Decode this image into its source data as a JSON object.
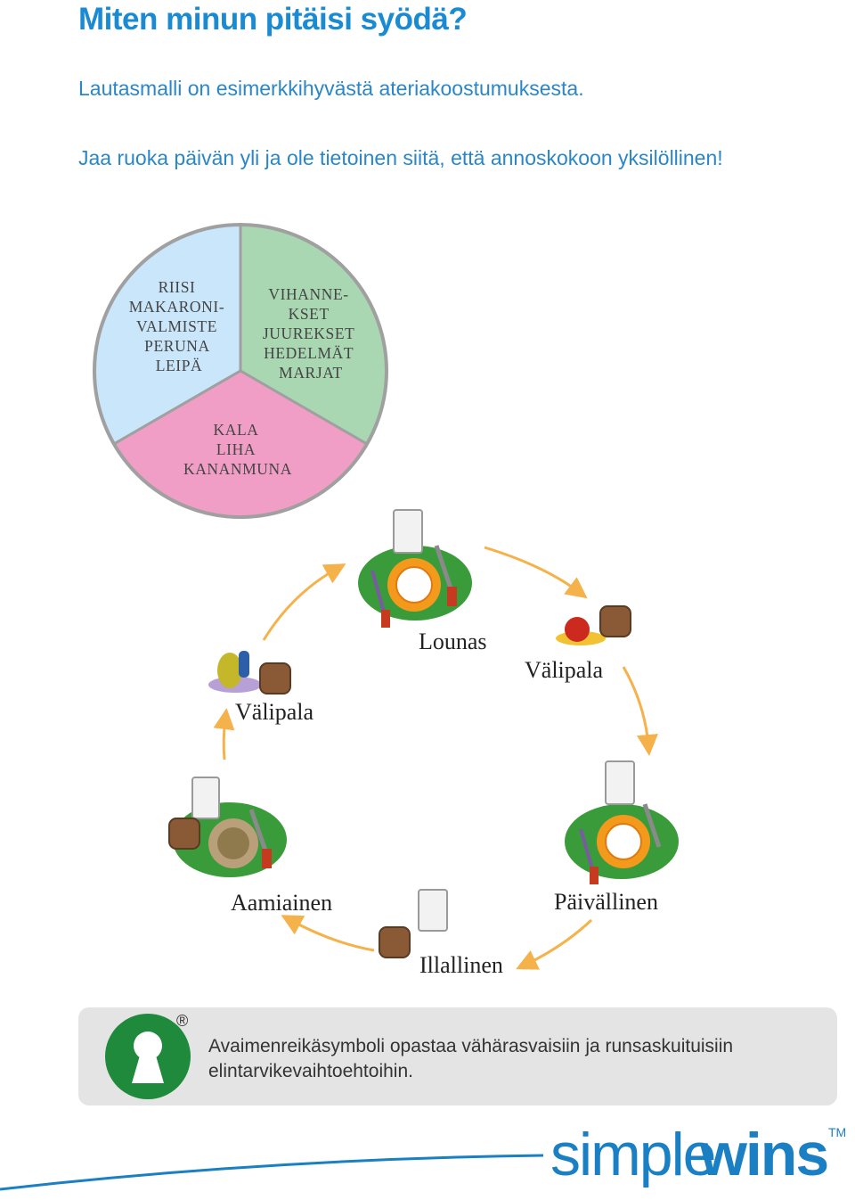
{
  "title": "Miten minun pitäisi syödä?",
  "intro": [
    "Lautasmalli on esimerkkihyvästä ateriakoostumuksesta.",
    "Jaa ruoka päivän yli ja ole tietoinen siitä, että annoskokoon yksilöllinen!"
  ],
  "plate": {
    "segments": [
      {
        "lines": [
          "RIISI",
          "MAKARONI-",
          "VALMISTE",
          "PERUNA",
          "LEIPÄ"
        ],
        "color": "#c9e6fa"
      },
      {
        "lines": [
          "VIHANNE-",
          "KSET",
          "JUUREKSET",
          "HEDELMÄT",
          "MARJAT"
        ],
        "color": "#a8d7b2"
      },
      {
        "lines": [
          "KALA",
          "LIHA",
          "KANANMUNA"
        ],
        "color": "#f19ec6"
      }
    ]
  },
  "meals": {
    "lunch": "Lounas",
    "snack_right": "Välipala",
    "snack_left": "Välipala",
    "breakfast": "Aamiainen",
    "dinner": "Päivällinen",
    "supper": "Illallinen"
  },
  "info": {
    "text": "Avaimenreikäsymboli opastaa vähärasvaisiin ja runsaskuituisiin elintarvikevaihtoehtoihin.",
    "registered_mark": "®",
    "icon": "keyhole-icon",
    "icon_color": "#1f8a3c"
  },
  "brand": {
    "light": "simple",
    "bold": "wins",
    "tm": "TM",
    "color": "#1b7fc4"
  },
  "colors": {
    "heading": "#1a8ad3",
    "arrows": "#f5b24a"
  }
}
